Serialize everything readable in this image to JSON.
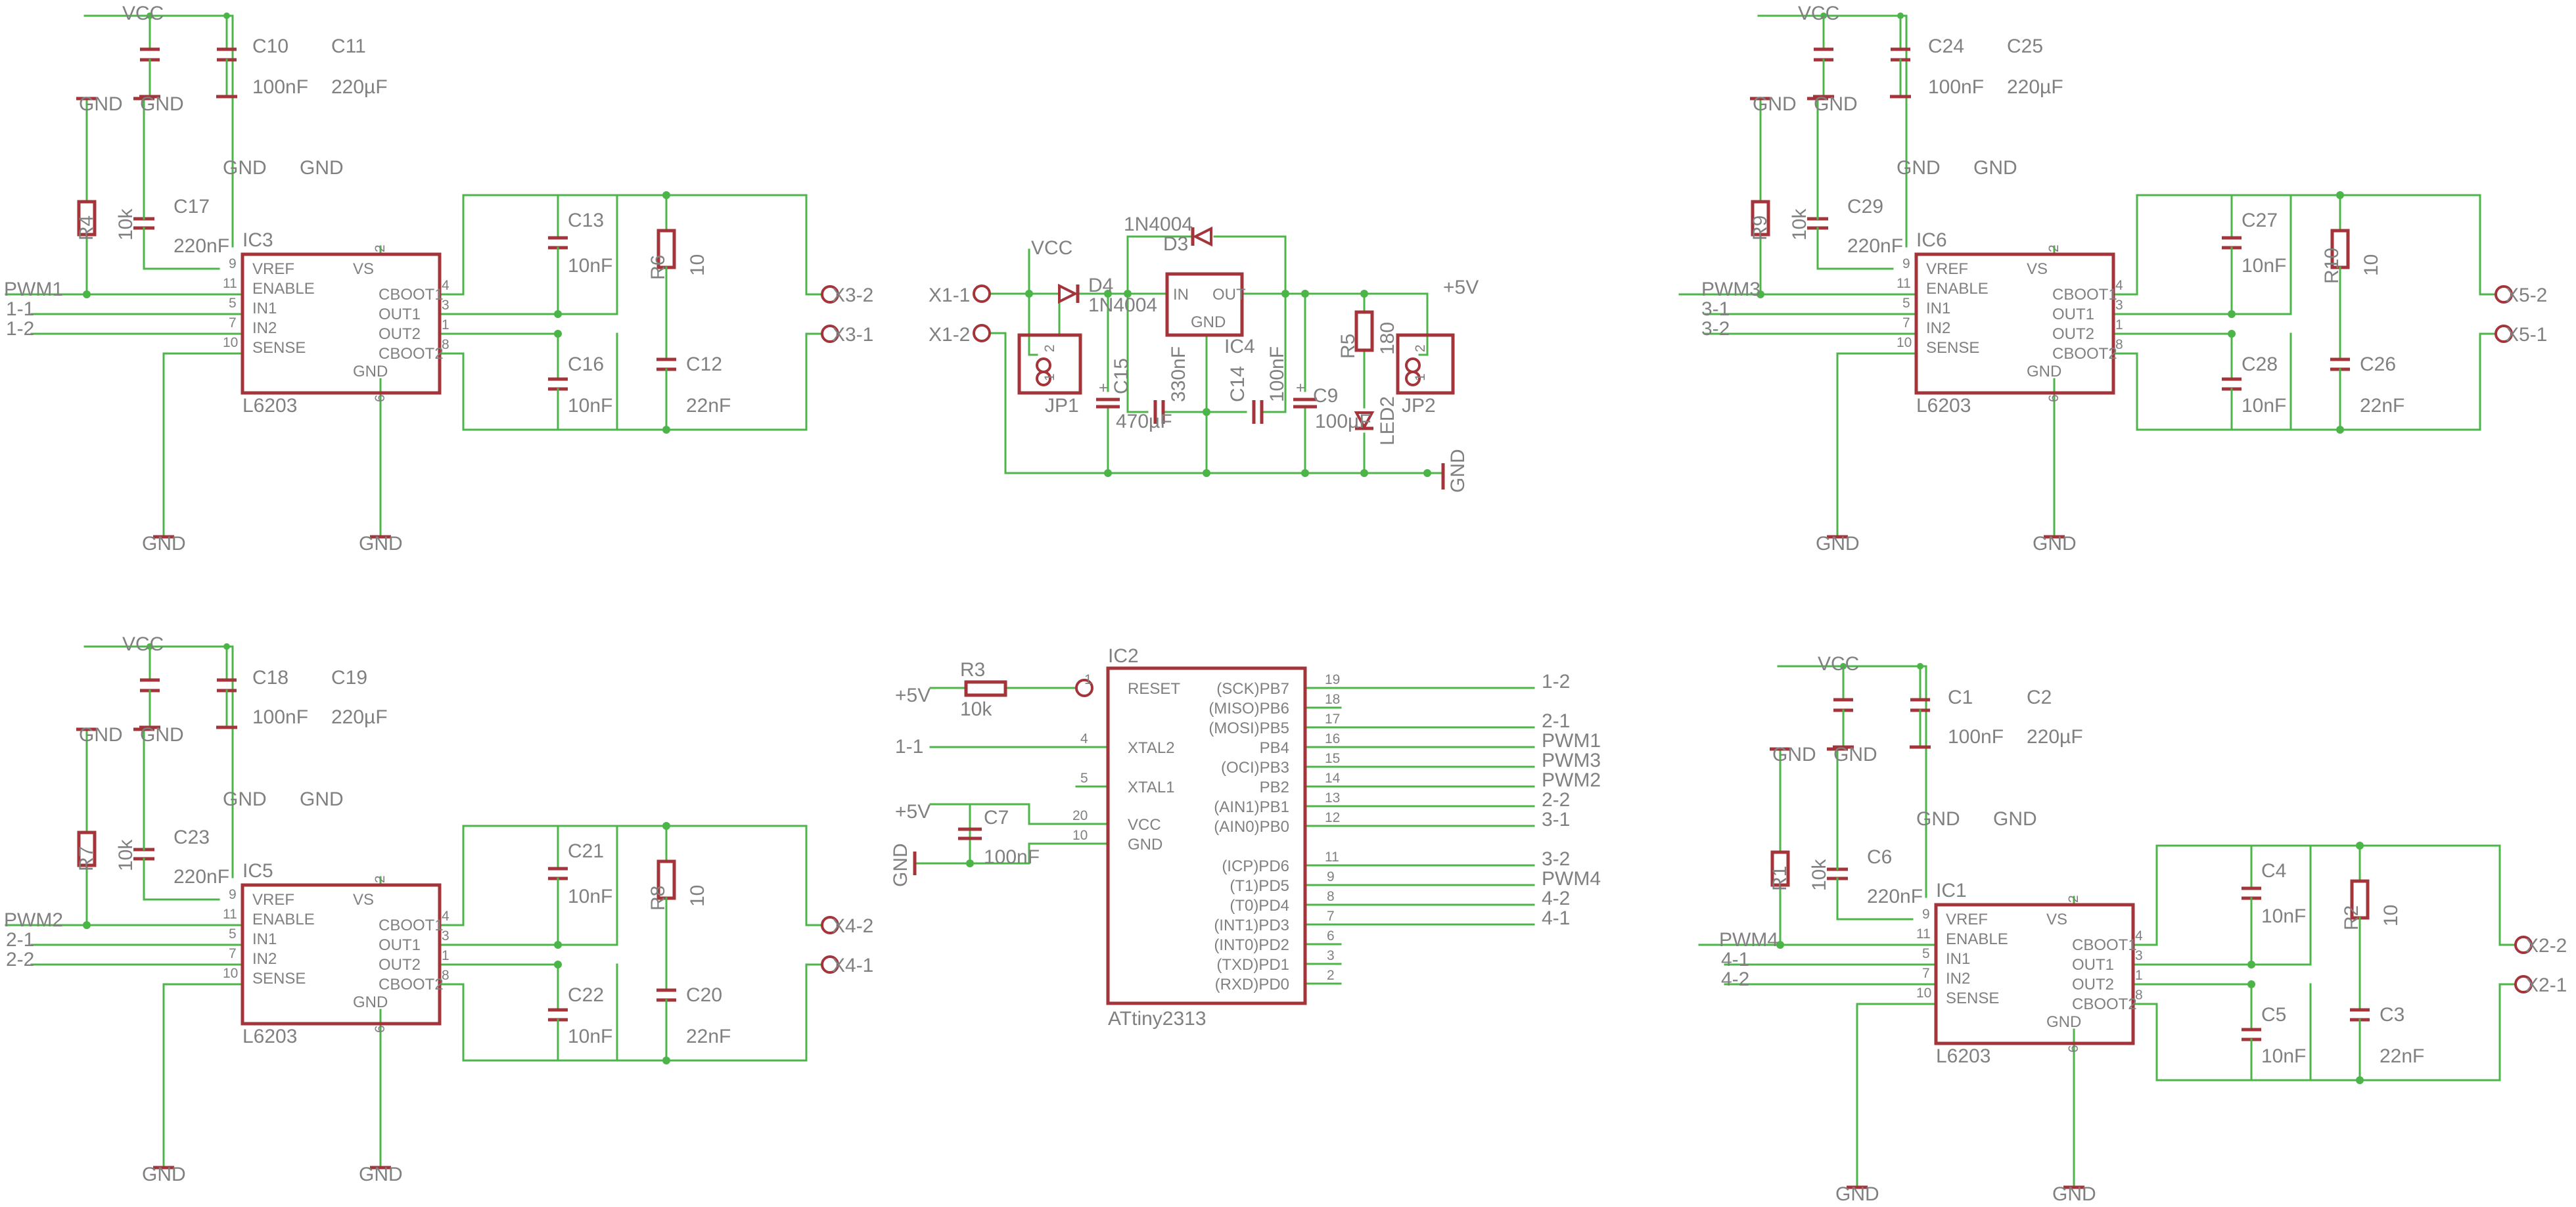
{
  "colors": {
    "wire": "#4bb548",
    "part": "#a3343a",
    "text": "#808080",
    "background": "#ffffff"
  },
  "drivers": [
    {
      "ic": "IC3",
      "chip": "L6203",
      "c_a": "C10",
      "c_a_val": "100nF",
      "c_b": "C11",
      "c_b_val": "220µF",
      "r_pull": "R4",
      "r_pull_val": "10k",
      "c_vref": "C17",
      "c_vref_val": "220nF",
      "c_boot1": "C13",
      "c_boot1_val": "10nF",
      "c_boot2": "C16",
      "c_boot2_val": "10nF",
      "r_snub": "R6",
      "r_snub_val": "10",
      "c_snub": "C12",
      "c_snub_val": "22nF",
      "pwm": "PWM1",
      "in1": "1-1",
      "in2": "1-2",
      "out1": "X3-2",
      "out2": "X3-1"
    },
    {
      "ic": "IC6",
      "chip": "L6203",
      "c_a": "C24",
      "c_a_val": "100nF",
      "c_b": "C25",
      "c_b_val": "220µF",
      "r_pull": "R9",
      "r_pull_val": "10k",
      "c_vref": "C29",
      "c_vref_val": "220nF",
      "c_boot1": "C27",
      "c_boot1_val": "10nF",
      "c_boot2": "C28",
      "c_boot2_val": "10nF",
      "r_snub": "R10",
      "r_snub_val": "10",
      "c_snub": "C26",
      "c_snub_val": "22nF",
      "pwm": "PWM3",
      "in1": "3-1",
      "in2": "3-2",
      "out1": "X5-2",
      "out2": "X5-1"
    },
    {
      "ic": "IC5",
      "chip": "L6203",
      "c_a": "C18",
      "c_a_val": "100nF",
      "c_b": "C19",
      "c_b_val": "220µF",
      "r_pull": "R7",
      "r_pull_val": "10k",
      "c_vref": "C23",
      "c_vref_val": "220nF",
      "c_boot1": "C21",
      "c_boot1_val": "10nF",
      "c_boot2": "C22",
      "c_boot2_val": "10nF",
      "r_snub": "R8",
      "r_snub_val": "10",
      "c_snub": "C20",
      "c_snub_val": "22nF",
      "pwm": "PWM2",
      "in1": "2-1",
      "in2": "2-2",
      "out1": "X4-2",
      "out2": "X4-1"
    },
    {
      "ic": "IC1",
      "chip": "L6203",
      "c_a": "C1",
      "c_a_val": "100nF",
      "c_b": "C2",
      "c_b_val": "220µF",
      "r_pull": "R1",
      "r_pull_val": "10k",
      "c_vref": "C6",
      "c_vref_val": "220nF",
      "c_boot1": "C4",
      "c_boot1_val": "10nF",
      "c_boot2": "C5",
      "c_boot2_val": "10nF",
      "r_snub": "R2",
      "r_snub_val": "10",
      "c_snub": "C3",
      "c_snub_val": "22nF",
      "pwm": "PWM4",
      "in1": "4-1",
      "in2": "4-2",
      "out1": "X2-2",
      "out2": "X2-1"
    }
  ],
  "driver_pins": {
    "left": [
      "VREF",
      "ENABLE",
      "IN1",
      "IN2",
      "SENSE"
    ],
    "left_nums": [
      "9",
      "11",
      "5",
      "7",
      "10"
    ],
    "right": [
      "CBOOT1",
      "OUT1",
      "OUT2",
      "CBOOT2"
    ],
    "right_nums": [
      "4",
      "3",
      "1",
      "8"
    ],
    "vs": "VS",
    "gnd": "GND",
    "vs_num": "2",
    "gnd_num": "6"
  },
  "nets": {
    "vcc": "VCC",
    "gnd": "GND",
    "plus5v": "+5V"
  },
  "supply": {
    "x1_1": "X1-1",
    "x1_2": "X1-2",
    "vcc": "VCC",
    "jp1": "JP1",
    "jp2": "JP2",
    "jp_pin1": "1",
    "jp_pin2": "2",
    "d4": "D4",
    "d4_val": "1N4004",
    "d3": "D3",
    "d3_val": "1N4004",
    "reg": "IC4",
    "reg_in": "IN",
    "reg_out": "OUT",
    "reg_gnd": "GND",
    "c15": "C15",
    "c15_val": "470µF",
    "c_330": "330nF",
    "c14": "C14",
    "c14_val": "100nF",
    "c9": "C9",
    "c9_val": "100µF",
    "r5": "R5",
    "r5_val": "180",
    "led": "LED2",
    "plus5v": "+5V",
    "gnd": "GND"
  },
  "mcu": {
    "name": "IC2",
    "chip": "ATtiny2313",
    "r3": "R3",
    "r3_val": "10k",
    "c7": "C7",
    "c7_val": "100nF",
    "plus5v_a": "+5V",
    "plus5v_b": "+5V",
    "gnd": "GND",
    "net_1_1": "1-1",
    "left_pins": [
      {
        "num": "1",
        "name": "RESET"
      },
      {
        "num": "4",
        "name": "XTAL2"
      },
      {
        "num": "5",
        "name": "XTAL1"
      },
      {
        "num": "20",
        "name": "VCC"
      },
      {
        "num": "10",
        "name": "GND"
      }
    ],
    "right_pins": [
      {
        "num": "19",
        "name": "(SCK)PB7",
        "net": "1-2"
      },
      {
        "num": "18",
        "name": "(MISO)PB6",
        "net": ""
      },
      {
        "num": "17",
        "name": "(MOSI)PB5",
        "net": "2-1"
      },
      {
        "num": "16",
        "name": "PB4",
        "net": "PWM1"
      },
      {
        "num": "15",
        "name": "(OCI)PB3",
        "net": "PWM3"
      },
      {
        "num": "14",
        "name": "PB2",
        "net": "PWM2"
      },
      {
        "num": "13",
        "name": "(AIN1)PB1",
        "net": "2-2"
      },
      {
        "num": "12",
        "name": "(AIN0)PB0",
        "net": "3-1"
      },
      {
        "num": "11",
        "name": "(ICP)PD6",
        "net": "3-2"
      },
      {
        "num": "9",
        "name": "(T1)PD5",
        "net": "PWM4"
      },
      {
        "num": "8",
        "name": "(T0)PD4",
        "net": "4-2"
      },
      {
        "num": "7",
        "name": "(INT1)PD3",
        "net": "4-1"
      },
      {
        "num": "6",
        "name": "(INT0)PD2",
        "net": ""
      },
      {
        "num": "3",
        "name": "(TXD)PD1",
        "net": ""
      },
      {
        "num": "2",
        "name": "(RXD)PD0",
        "net": ""
      }
    ]
  }
}
